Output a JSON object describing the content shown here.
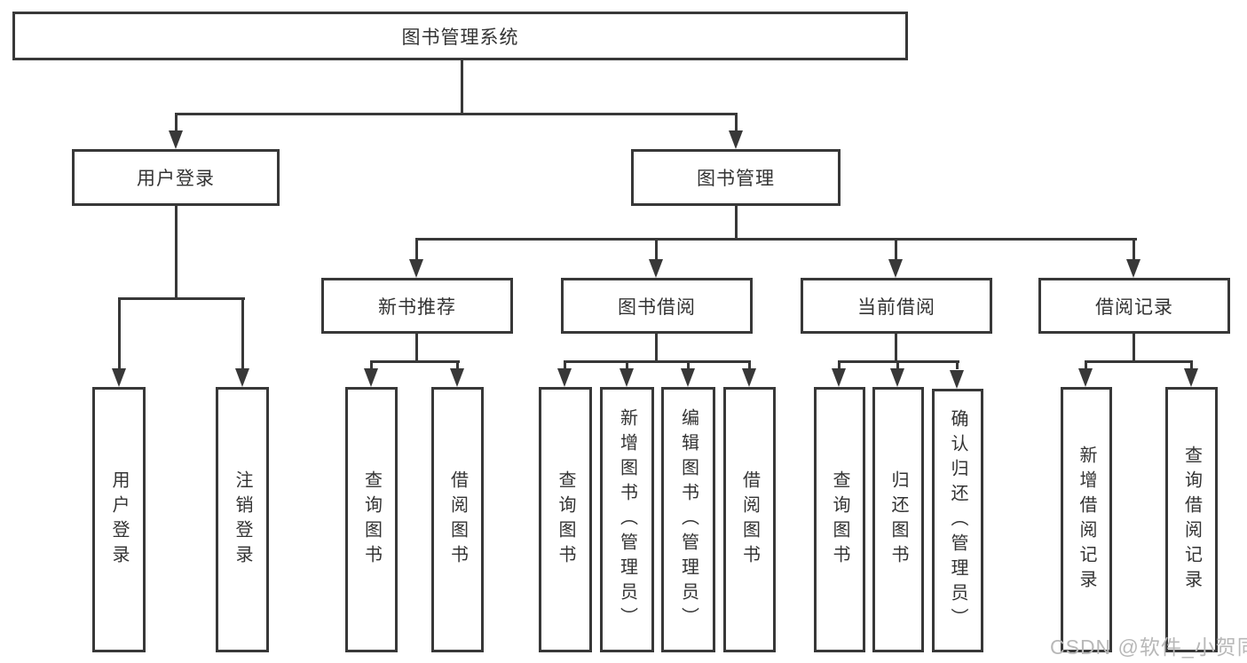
{
  "nodes": {
    "root": "图书管理系统",
    "user_login": "用户登录",
    "book_mgmt": "图书管理",
    "new_book": "新书推荐",
    "borrow": "图书借阅",
    "current": "当前借阅",
    "records": "借阅记录",
    "leaf_user_login": "用户登录",
    "leaf_logout": "注销登录",
    "leaf_nb_query": "查询图书",
    "leaf_nb_borrow": "借阅图书",
    "leaf_bb_query": "查询图书",
    "leaf_bb_add": "新增图书（管理员）",
    "leaf_bb_edit": "编辑图书（管理员）",
    "leaf_bb_borrow": "借阅图书",
    "leaf_cb_query": "查询图书",
    "leaf_cb_return": "归还图书",
    "leaf_cb_confirm": "确认归还（管理员）",
    "leaf_br_add": "新增借阅记录",
    "leaf_br_query": "查询借阅记录"
  },
  "watermark": "CSDN @软件_小贺同学",
  "colors": {
    "line": "#383838",
    "text": "#333333",
    "background": "#ffffff",
    "watermark": "#b8b8b8"
  }
}
